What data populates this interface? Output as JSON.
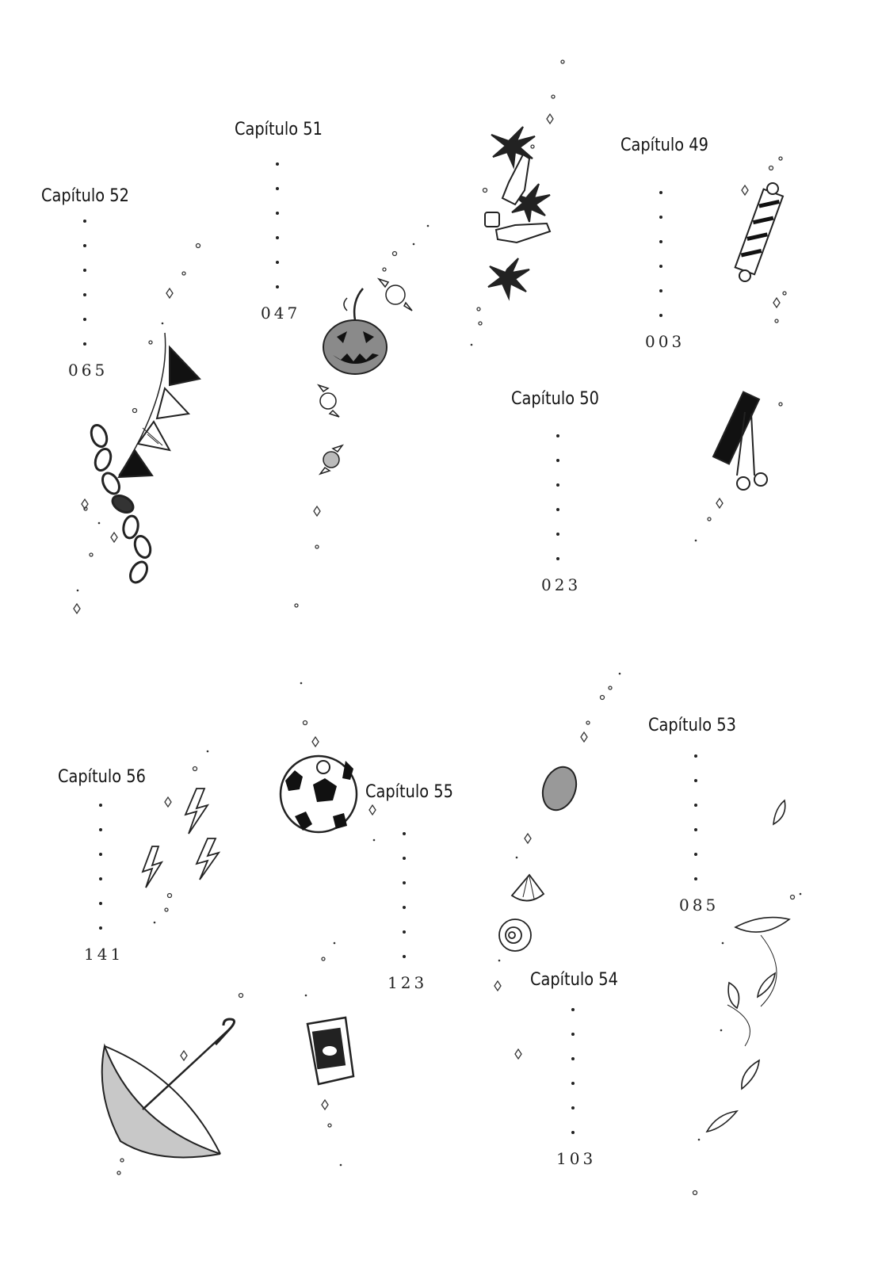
{
  "toc": [
    {
      "key": "c52",
      "title": "Capítulo 52",
      "page": "065"
    },
    {
      "key": "c51",
      "title": "Capítulo 51",
      "page": "047"
    },
    {
      "key": "c49",
      "title": "Capítulo 49",
      "page": "003"
    },
    {
      "key": "c50",
      "title": "Capítulo 50",
      "page": "023"
    },
    {
      "key": "c56",
      "title": "Capítulo 56",
      "page": "141"
    },
    {
      "key": "c55",
      "title": "Capítulo 55",
      "page": "123"
    },
    {
      "key": "c53",
      "title": "Capítulo 53",
      "page": "085"
    },
    {
      "key": "c54",
      "title": "Capítulo 54",
      "page": "103"
    }
  ],
  "decorations": [
    "bunting-flags-icon",
    "paper-chain-icon",
    "jack-o-lantern-icon",
    "candy-icon",
    "maple-leaf-icon",
    "sake-bottle-icon",
    "barber-pole-icon",
    "comb-scissors-icon",
    "lightning-icon",
    "soccer-ball-icon",
    "shell-icon",
    "pebble-icon",
    "falling-leaves-icon",
    "umbrella-icon",
    "snack-bag-icon"
  ]
}
